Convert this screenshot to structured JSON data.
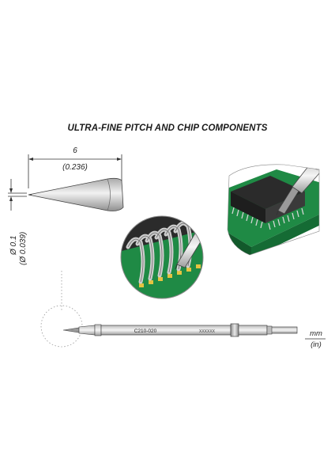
{
  "title": "ULTRA-FINE PITCH AND CHIP COMPONENTS",
  "length": {
    "mm": "6",
    "in": "(0.236)"
  },
  "diameter": {
    "mm": "Ø 0.1",
    "in": "(Ø 0.039)"
  },
  "cartridge": {
    "model": "C210-020",
    "serial": "XXXXXX"
  },
  "units": {
    "mm": "mm",
    "in": "(in)"
  },
  "colors": {
    "pcb": "#1f8a45",
    "pcb_dark": "#156b34",
    "metal": "#c8c8c8",
    "line": "#333333",
    "chip": "#2b2b2b"
  },
  "icons": [
    "tip-cone",
    "qfp-chip-scene",
    "fine-pitch-magnifier",
    "cartridge"
  ]
}
